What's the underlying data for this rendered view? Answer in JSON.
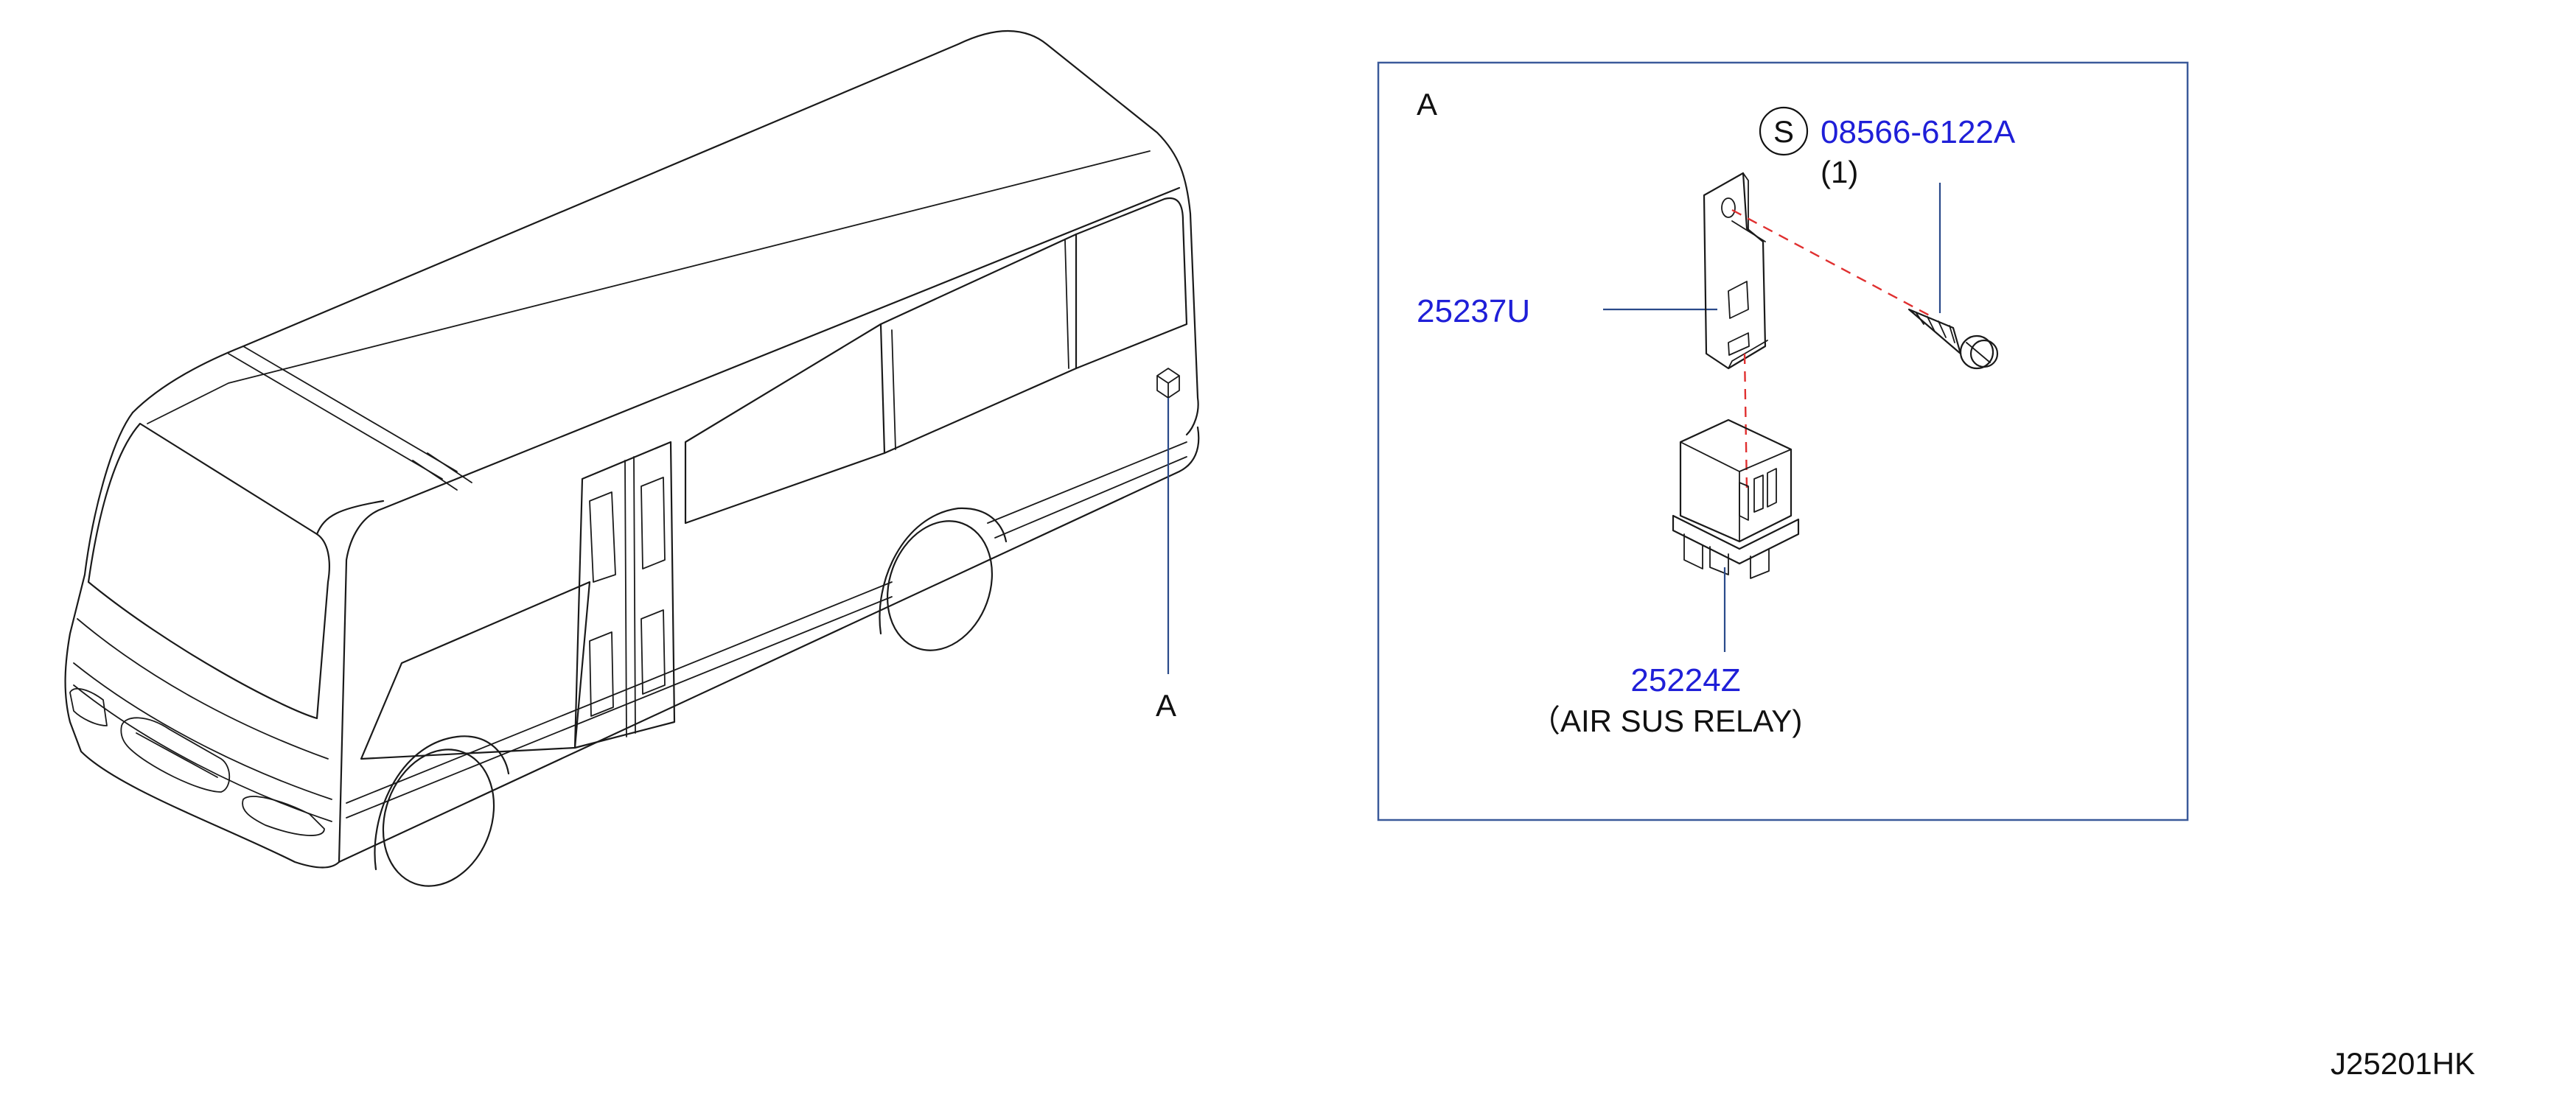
{
  "diagram": {
    "callout_vehicle": "A",
    "detail_box_label": "A",
    "parts": {
      "screw": {
        "symbol": "S",
        "number": "08566-6122A",
        "qty": "(1)"
      },
      "bracket": {
        "number": "25237U"
      },
      "relay": {
        "number": "25224Z",
        "description": "（AIR  SUS  RELAY)"
      }
    },
    "drawing_code": "J25201HK",
    "colors": {
      "part_number": "#1f1fd8",
      "leader_line": "#2a4a8a",
      "box_border": "#3b5a9a",
      "dashed_connector": "#e03030"
    }
  }
}
